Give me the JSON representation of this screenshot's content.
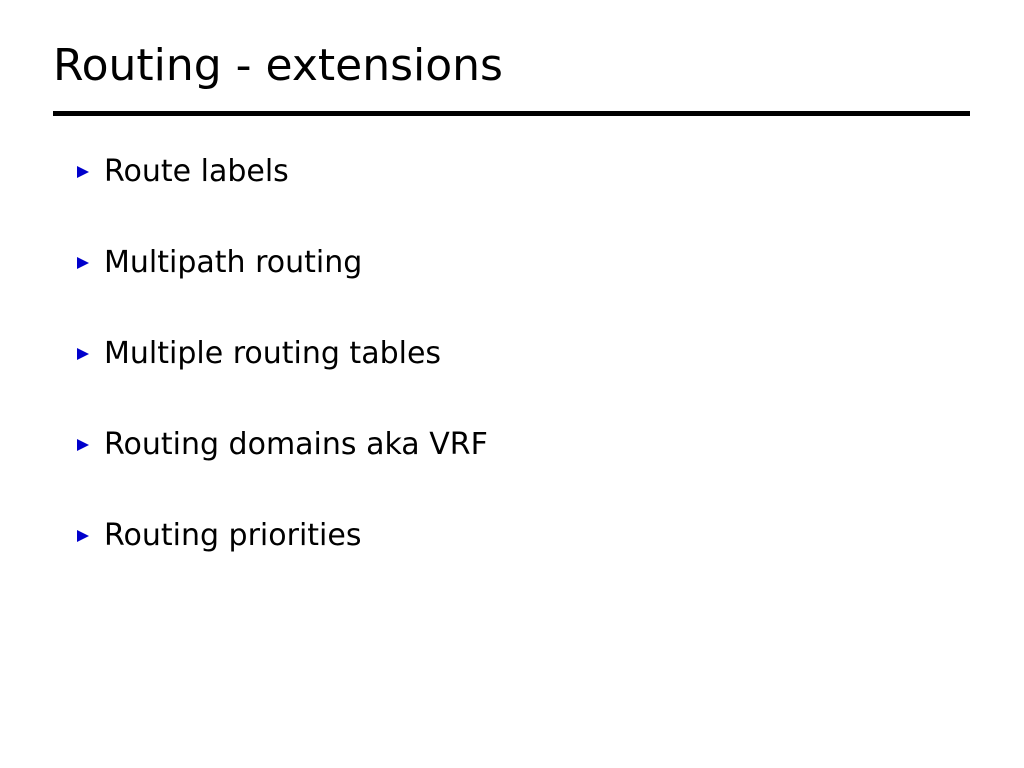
{
  "slide": {
    "title": "Routing - extensions",
    "background_color": "#ffffff",
    "title_color": "#000000",
    "rule_color": "#000000",
    "bullet_color": "#0000cc",
    "body_text_color": "#000000",
    "bullet_icon": "triangle-right-icon",
    "bullets": [
      {
        "text": "Route labels"
      },
      {
        "text": "Multipath routing"
      },
      {
        "text": "Multiple routing tables"
      },
      {
        "text": "Routing domains aka VRF"
      },
      {
        "text": "Routing priorities"
      }
    ]
  }
}
